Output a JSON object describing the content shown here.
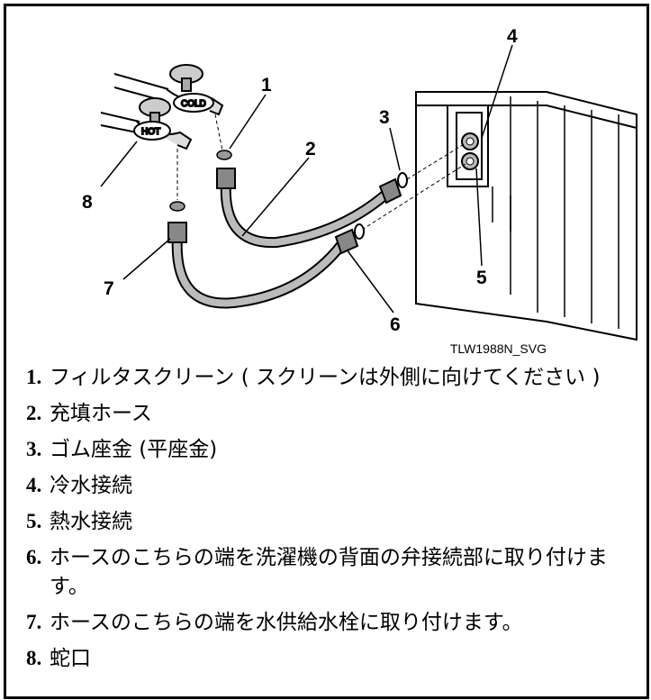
{
  "figure": {
    "id": "TLW1988N_SVG",
    "faucet_labels": {
      "cold": "COLD",
      "hot": "HOT"
    },
    "callouts": [
      "1",
      "2",
      "3",
      "4",
      "5",
      "6",
      "7",
      "8"
    ]
  },
  "legend": [
    {
      "num": "1.",
      "text": "フィルタスクリーン ( スクリーンは外側に向けてください )"
    },
    {
      "num": "2.",
      "text": "充填ホース"
    },
    {
      "num": "3.",
      "text": "ゴム座金 (平座金)"
    },
    {
      "num": "4.",
      "text": "冷水接続"
    },
    {
      "num": "5.",
      "text": "熱水接続"
    },
    {
      "num": "6.",
      "text": "ホースのこちらの端を洗濯機の背面の弁接続部に取り付けます。"
    },
    {
      "num": "7.",
      "text": "ホースのこちらの端を水供給水栓に取り付けます。"
    },
    {
      "num": "8.",
      "text": "蛇口"
    }
  ]
}
